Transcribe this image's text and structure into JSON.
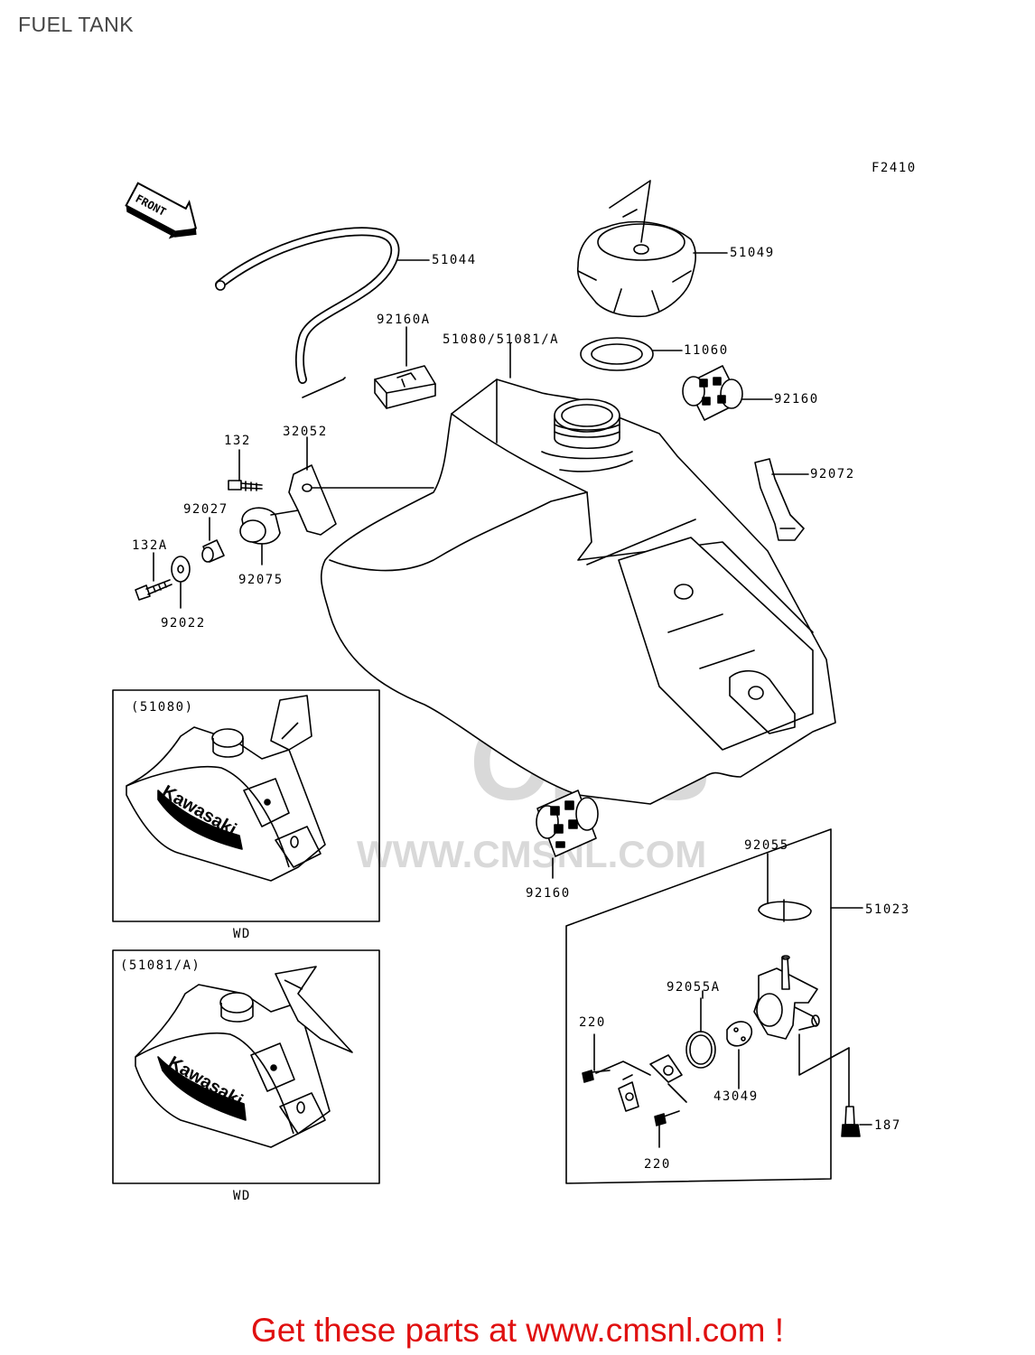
{
  "title": "FUEL TANK",
  "figure_code": "F2410",
  "front_label": "FRONT",
  "watermark": {
    "logo_text": "CMS",
    "url_text": "WWW.CMSNL.COM"
  },
  "callouts": {
    "p51044": "51044",
    "p51049": "51049",
    "p92160a": "92160A",
    "p51080": "51080/51081/A",
    "p11060": "11060",
    "p92160_top": "92160",
    "p132": "132",
    "p32052": "32052",
    "p92072": "92072",
    "p92027": "92027",
    "p132a": "132A",
    "p92075": "92075",
    "p92022": "92022",
    "p92160_bottom": "92160",
    "p92055": "92055",
    "p51023": "51023",
    "p92055a": "92055A",
    "p220_top": "220",
    "p43049": "43049",
    "p187": "187",
    "p220_bottom": "220"
  },
  "insets": [
    {
      "label": "(51080)",
      "brand": "Kawasaki",
      "color_code": "WD"
    },
    {
      "label": "(51081/A)",
      "brand": "Kawasaki",
      "color_code": "WD"
    }
  ],
  "footer": "Get these parts at www.cmsnl.com !",
  "colors": {
    "footer": "#e01010",
    "title": "#444444",
    "watermark": "#d9d9d9",
    "line": "#000000"
  }
}
